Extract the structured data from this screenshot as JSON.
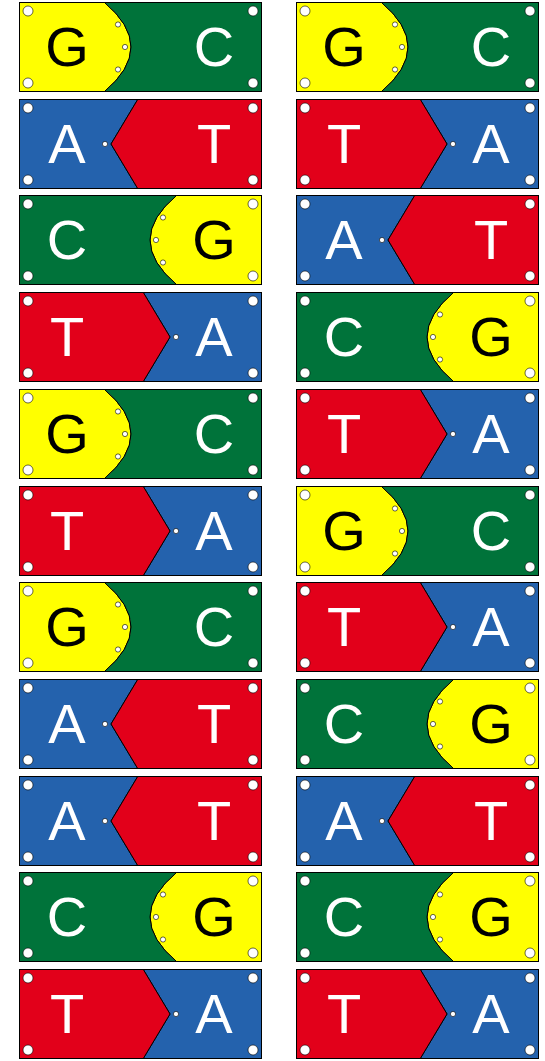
{
  "diagram": {
    "nodes": [
      {
        "text": [
          "G",
          "C"
        ]
      },
      {
        "text": [
          "A",
          "T"
        ]
      },
      {
        "text": [
          "C",
          "G"
        ]
      },
      {
        "text": [
          "T",
          "A"
        ]
      },
      {
        "text": [
          "G",
          "C"
        ]
      },
      {
        "text": [
          "T",
          "A"
        ]
      },
      {
        "text": [
          "G",
          "C"
        ]
      },
      {
        "text": [
          "A",
          "T"
        ]
      },
      {
        "text": [
          "A",
          "T"
        ]
      },
      {
        "text": [
          "C",
          "G"
        ]
      },
      {
        "text": [
          "T",
          "A"
        ]
      },
      {
        "text": [
          "G",
          "C"
        ]
      },
      {
        "text": [
          "T",
          "A"
        ]
      },
      {
        "text": [
          "A",
          "T"
        ]
      },
      {
        "text": [
          "C",
          "G"
        ]
      },
      {
        "text": [
          "T",
          "A"
        ]
      },
      {
        "text": [
          "G",
          "C"
        ]
      },
      {
        "text": [
          "T",
          "A"
        ]
      },
      {
        "text": [
          "C",
          "G"
        ]
      },
      {
        "text": [
          "A",
          "T"
        ]
      },
      {
        "text": [
          "C",
          "G"
        ]
      },
      {
        "text": [
          "T",
          "A"
        ]
      }
    ]
  }
}
